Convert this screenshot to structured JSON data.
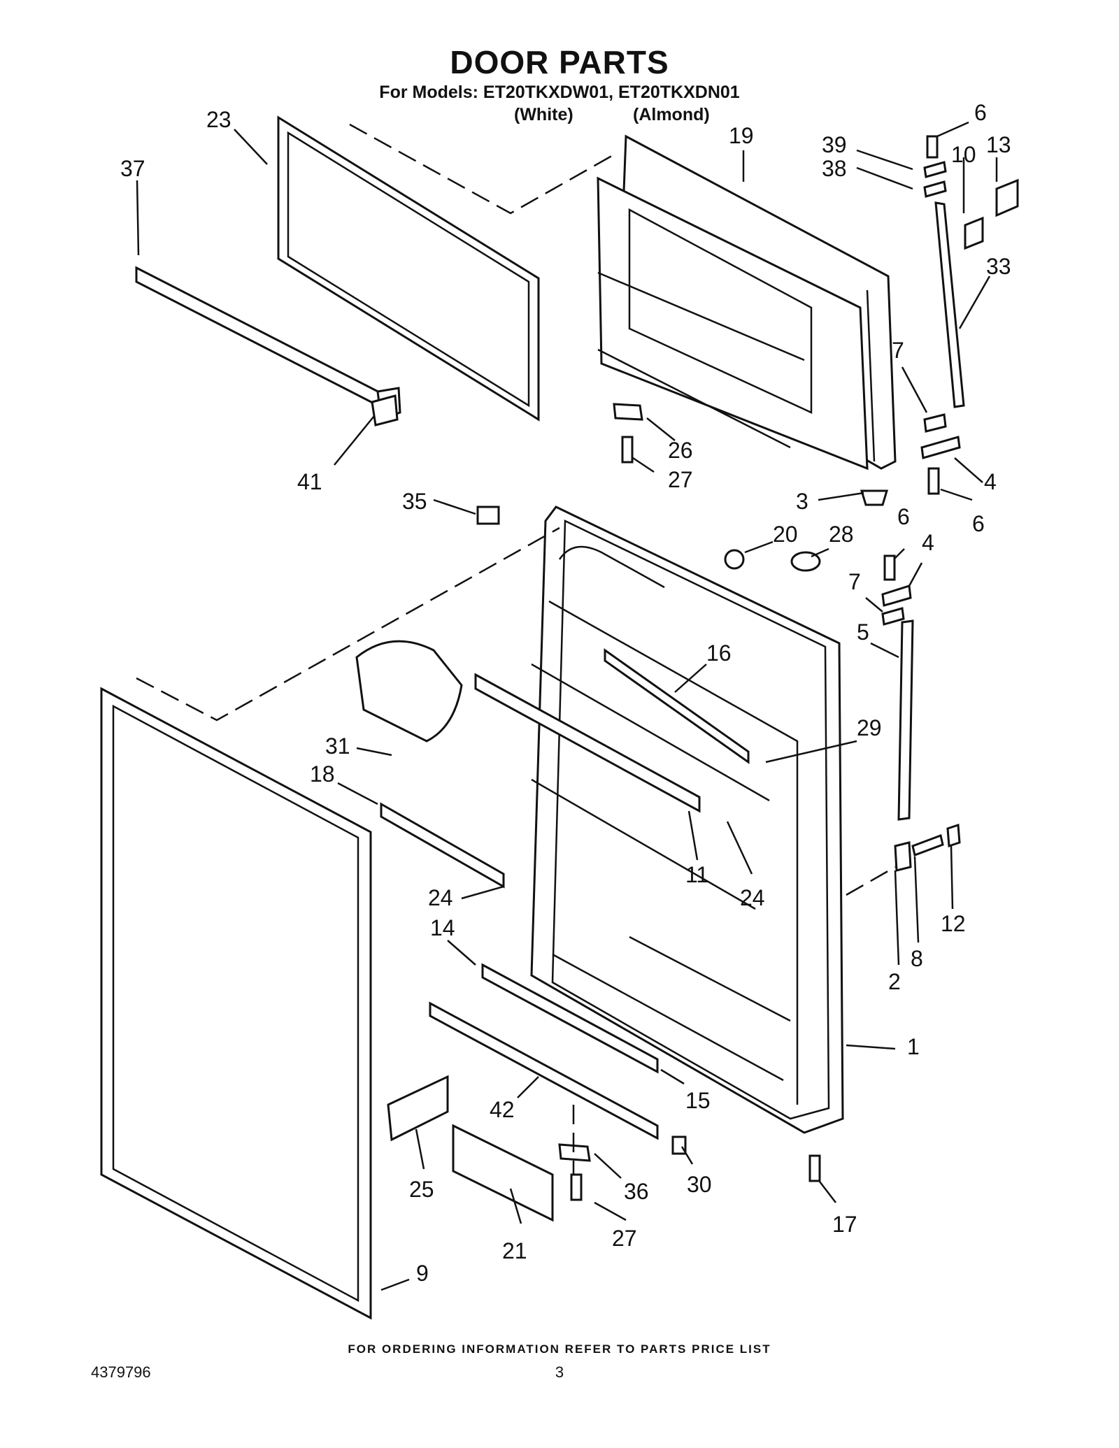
{
  "header": {
    "title": "DOOR PARTS",
    "models_line": "For Models: ET20TKXDW01, ET20TKXDN01",
    "variant_white": "(White)",
    "variant_almond": "(Almond)"
  },
  "footer": {
    "ordering_note": "FOR ORDERING INFORMATION REFER TO PARTS PRICE LIST",
    "document_number": "4379796",
    "page_number": "3"
  },
  "callouts": [
    "23",
    "37",
    "41",
    "19",
    "39",
    "38",
    "6",
    "10",
    "13",
    "33",
    "7",
    "4",
    "26",
    "27",
    "3",
    "6",
    "35",
    "20",
    "28",
    "6",
    "4",
    "7",
    "5",
    "16",
    "29",
    "31",
    "18",
    "24",
    "11",
    "24",
    "14",
    "2",
    "8",
    "12",
    "1",
    "15",
    "42",
    "30",
    "25",
    "36",
    "27",
    "21",
    "17",
    "9"
  ]
}
